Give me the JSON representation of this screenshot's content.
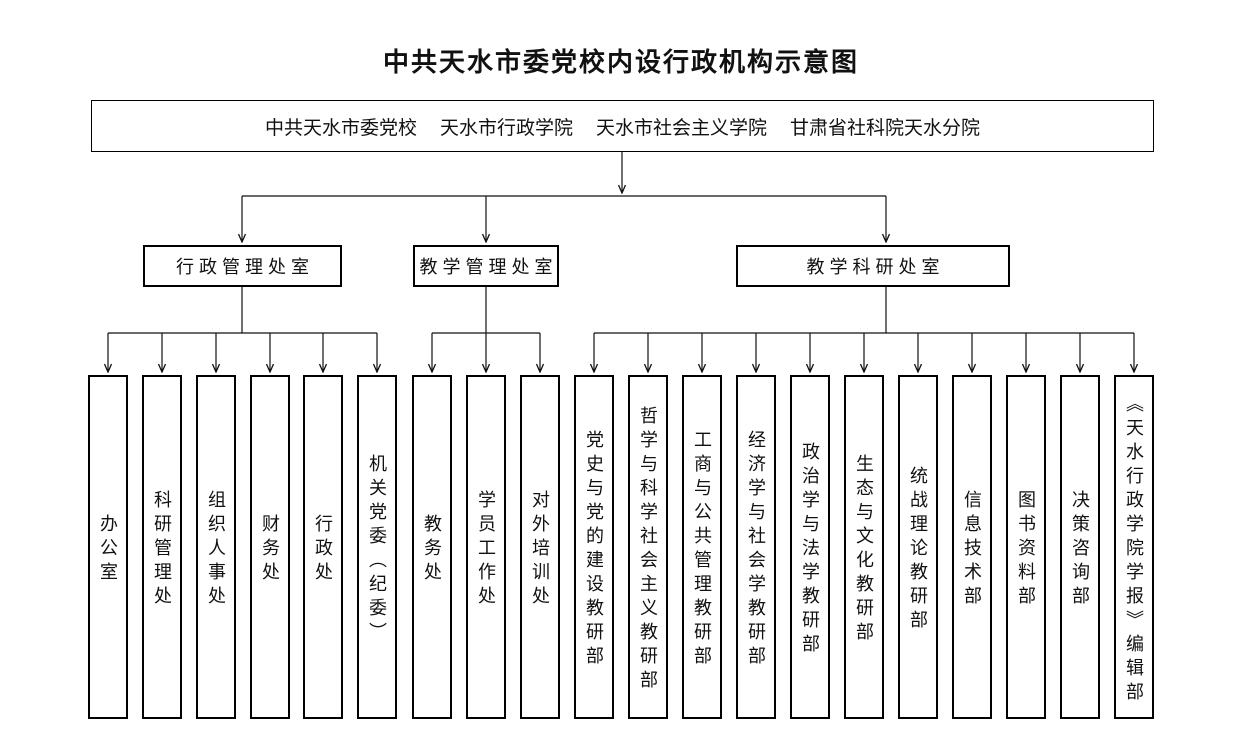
{
  "title": "中共天水市委党校内设行政机构示意图",
  "root": {
    "institutions": [
      "中共天水市委党校",
      "天水市行政学院",
      "天水市社会主义学院",
      "甘肃省社科院天水分院"
    ]
  },
  "tree": {
    "groups": [
      {
        "label": "行政管理处室",
        "children": [
          "办公室",
          "科研管理处",
          "组织人事处",
          "财务处",
          "行政处",
          "机关党委（纪委）"
        ]
      },
      {
        "label": "教学管理处室",
        "children": [
          "教务处",
          "学员工作处",
          "对外培训处"
        ]
      },
      {
        "label": "教学科研处室",
        "children": [
          "党史与党的建设教研部",
          "哲学与科学社会主义教研部",
          "工商与公共管理教研部",
          "经济学与社会学教研部",
          "政治学与法学教研部",
          "生态与文化教研部",
          "统战理论教研部",
          "信息技术部",
          "图书资料部",
          "决策咨询部",
          "《天水行政学院学报》编辑部"
        ]
      }
    ]
  },
  "colors": {
    "background": "#ffffff",
    "line": "#111111",
    "box_border": "#000000",
    "text": "#111111"
  }
}
